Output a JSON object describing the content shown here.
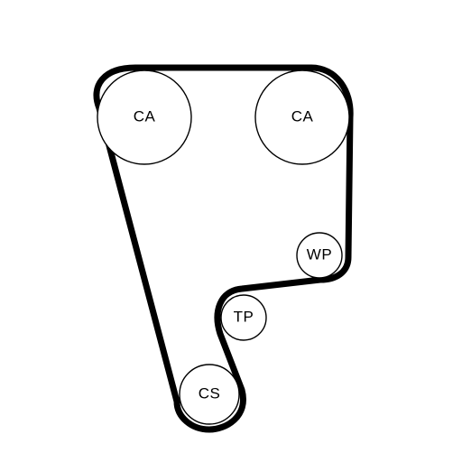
{
  "diagram": {
    "belt_color": "#000000",
    "pulley_color": "#000000",
    "pulleys": [
      {
        "id": "camshaft-left",
        "label": "CA"
      },
      {
        "id": "camshaft-right",
        "label": "CA"
      },
      {
        "id": "water-pump",
        "label": "WP"
      },
      {
        "id": "tensioner",
        "label": "TP"
      },
      {
        "id": "crankshaft",
        "label": "CS"
      }
    ]
  }
}
